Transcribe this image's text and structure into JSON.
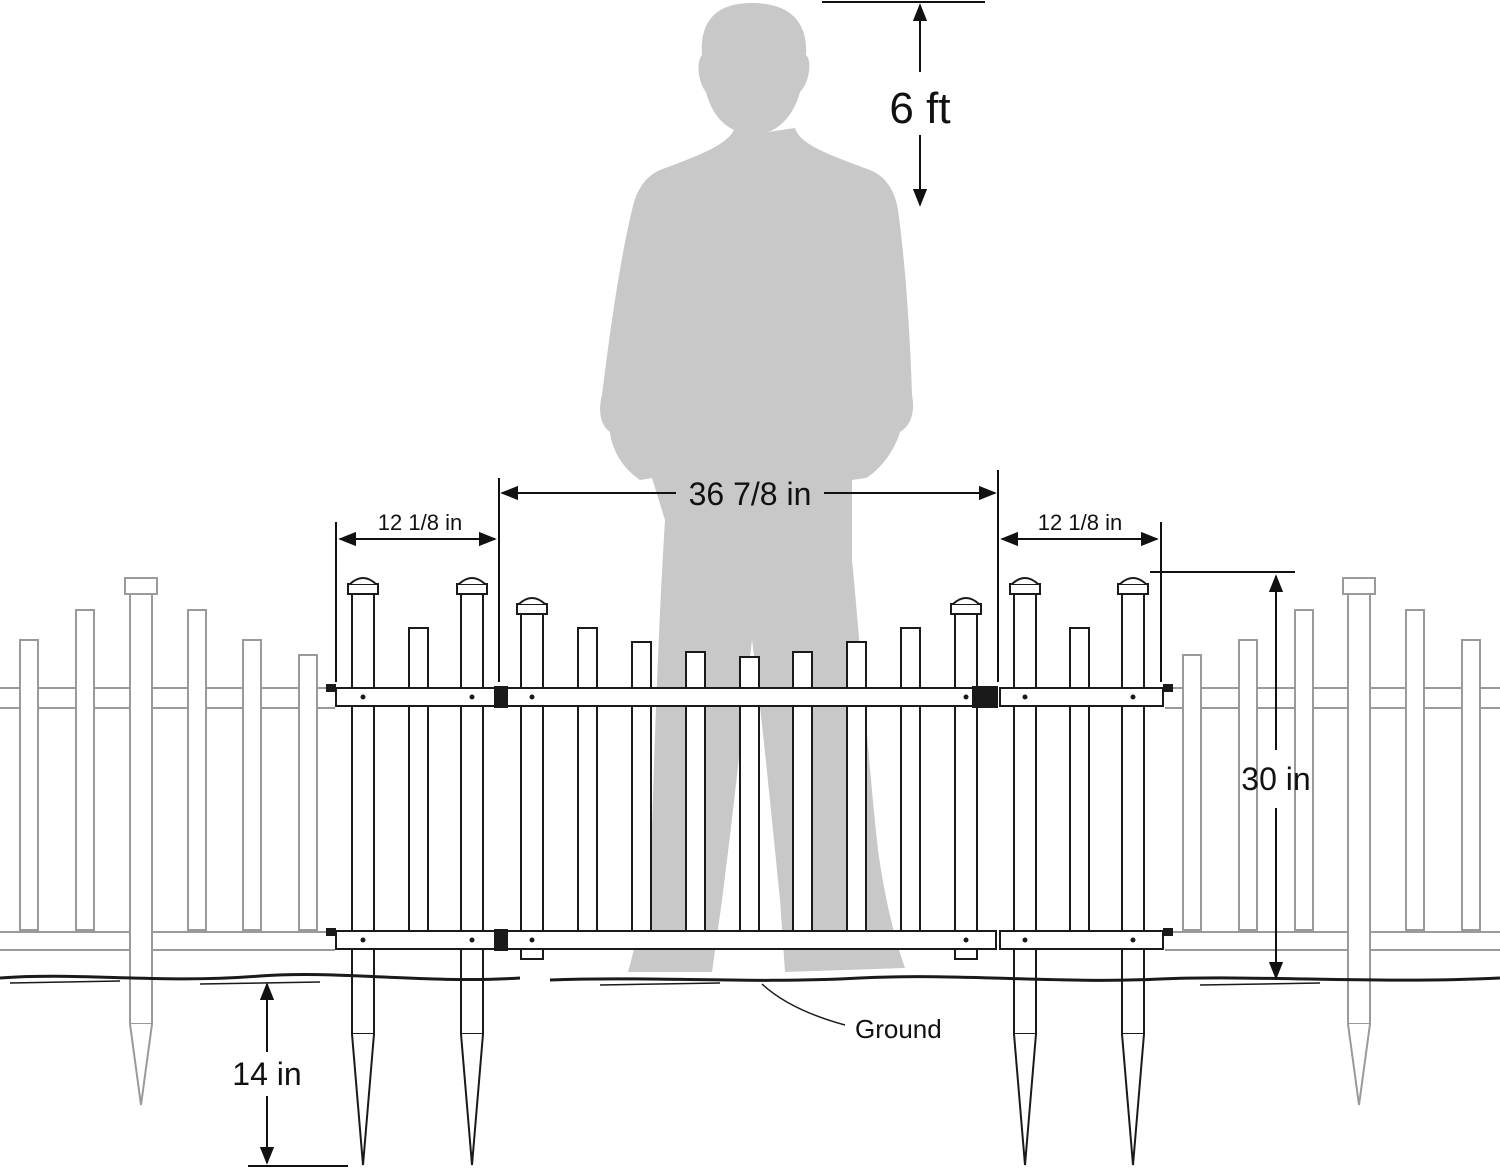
{
  "labels": {
    "person_height": "6 ft",
    "gate_width": "36 7/8 in",
    "left_panel_width": "12 1/8 in",
    "right_panel_width": "12 1/8 in",
    "fence_height": "30 in",
    "stake_depth": "14 in",
    "ground": "Ground"
  },
  "colors": {
    "silhouette": "#c8c8c8",
    "fence_main": "#1a1a1a",
    "fence_background": "#9a9a9a",
    "dimension": "#111111"
  }
}
